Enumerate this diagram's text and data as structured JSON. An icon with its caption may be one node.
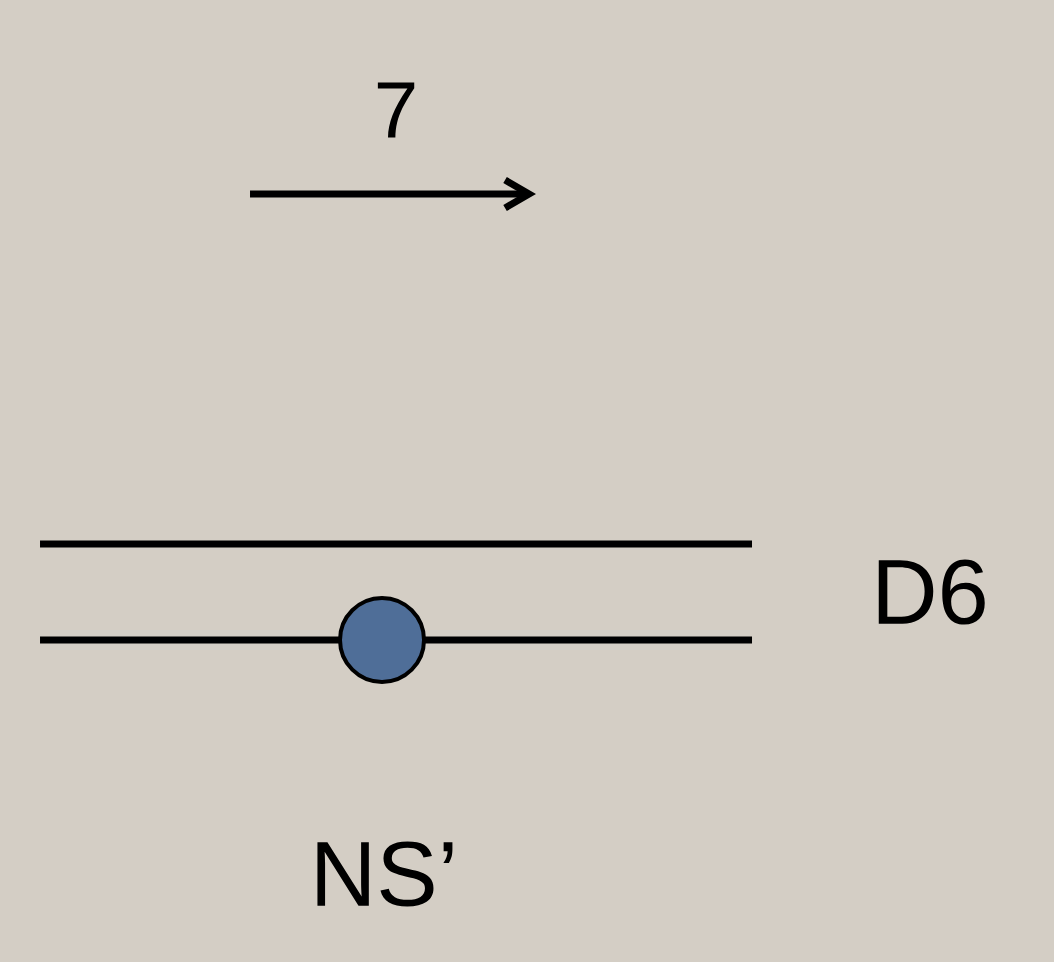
{
  "diagram": {
    "labels": [
      "7",
      "D6",
      "NS’"
    ]
  }
}
